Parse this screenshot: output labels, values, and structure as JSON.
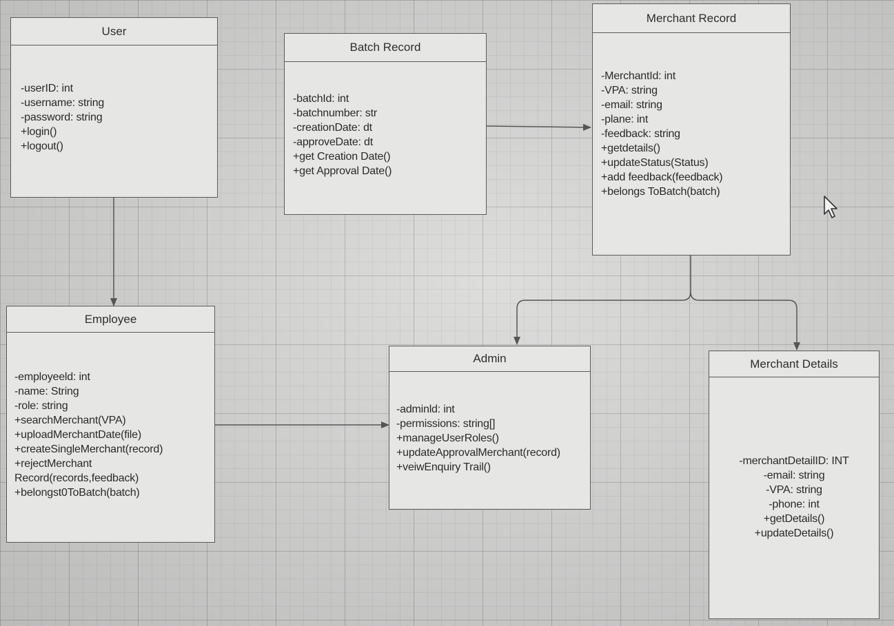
{
  "classes": {
    "user": {
      "name": "User",
      "members": [
        "-userID: int",
        "-username: string",
        "-password: string",
        "+login()",
        "+logout()"
      ]
    },
    "batch_record": {
      "name": "Batch Record",
      "members": [
        "-batchId: int",
        "-batchnumber: str",
        "-creationDate: dt",
        "-approveDate: dt",
        "+get Creation Date()",
        "+get Approval Date()"
      ]
    },
    "merchant_record": {
      "name": "Merchant Record",
      "members": [
        "-MerchantId: int",
        "-VPA: string",
        "-email: string",
        "-plane: int",
        "-feedback: string",
        "+getdetails()",
        "+updateStatus(Status)",
        "+add feedback(feedback)",
        "+belongs ToBatch(batch)"
      ]
    },
    "employee": {
      "name": "Employee",
      "members": [
        "-employeeld: int",
        "-name: String",
        "-role: string",
        "+searchMerchant(VPA)",
        "+uploadMerchantDate(file)",
        "+createSingleMerchant(record)",
        "+rejectMerchant",
        "Record(records,feedback)",
        "+belongst0ToBatch(batch)"
      ]
    },
    "admin": {
      "name": "Admin",
      "members": [
        "-adminld: int",
        "-permissions: string[]",
        "+manageUserRoles()",
        "+updateApprovalMerchant(record)",
        "+veiwEnquiry Trail()"
      ]
    },
    "merchant_details": {
      "name": "Merchant Details",
      "members": [
        "-merchantDetailID: INT",
        "-email: string",
        "-VPA: string",
        "-phone: int",
        "+getDetails()",
        "+updateDetails()"
      ]
    }
  },
  "colors": {
    "canvas": "#d7d8d6",
    "box_fill": "#e6e6e4",
    "line": "#5a5a5a",
    "text": "#2a2a2a"
  },
  "icons": [
    "arrow-cursor-icon"
  ]
}
